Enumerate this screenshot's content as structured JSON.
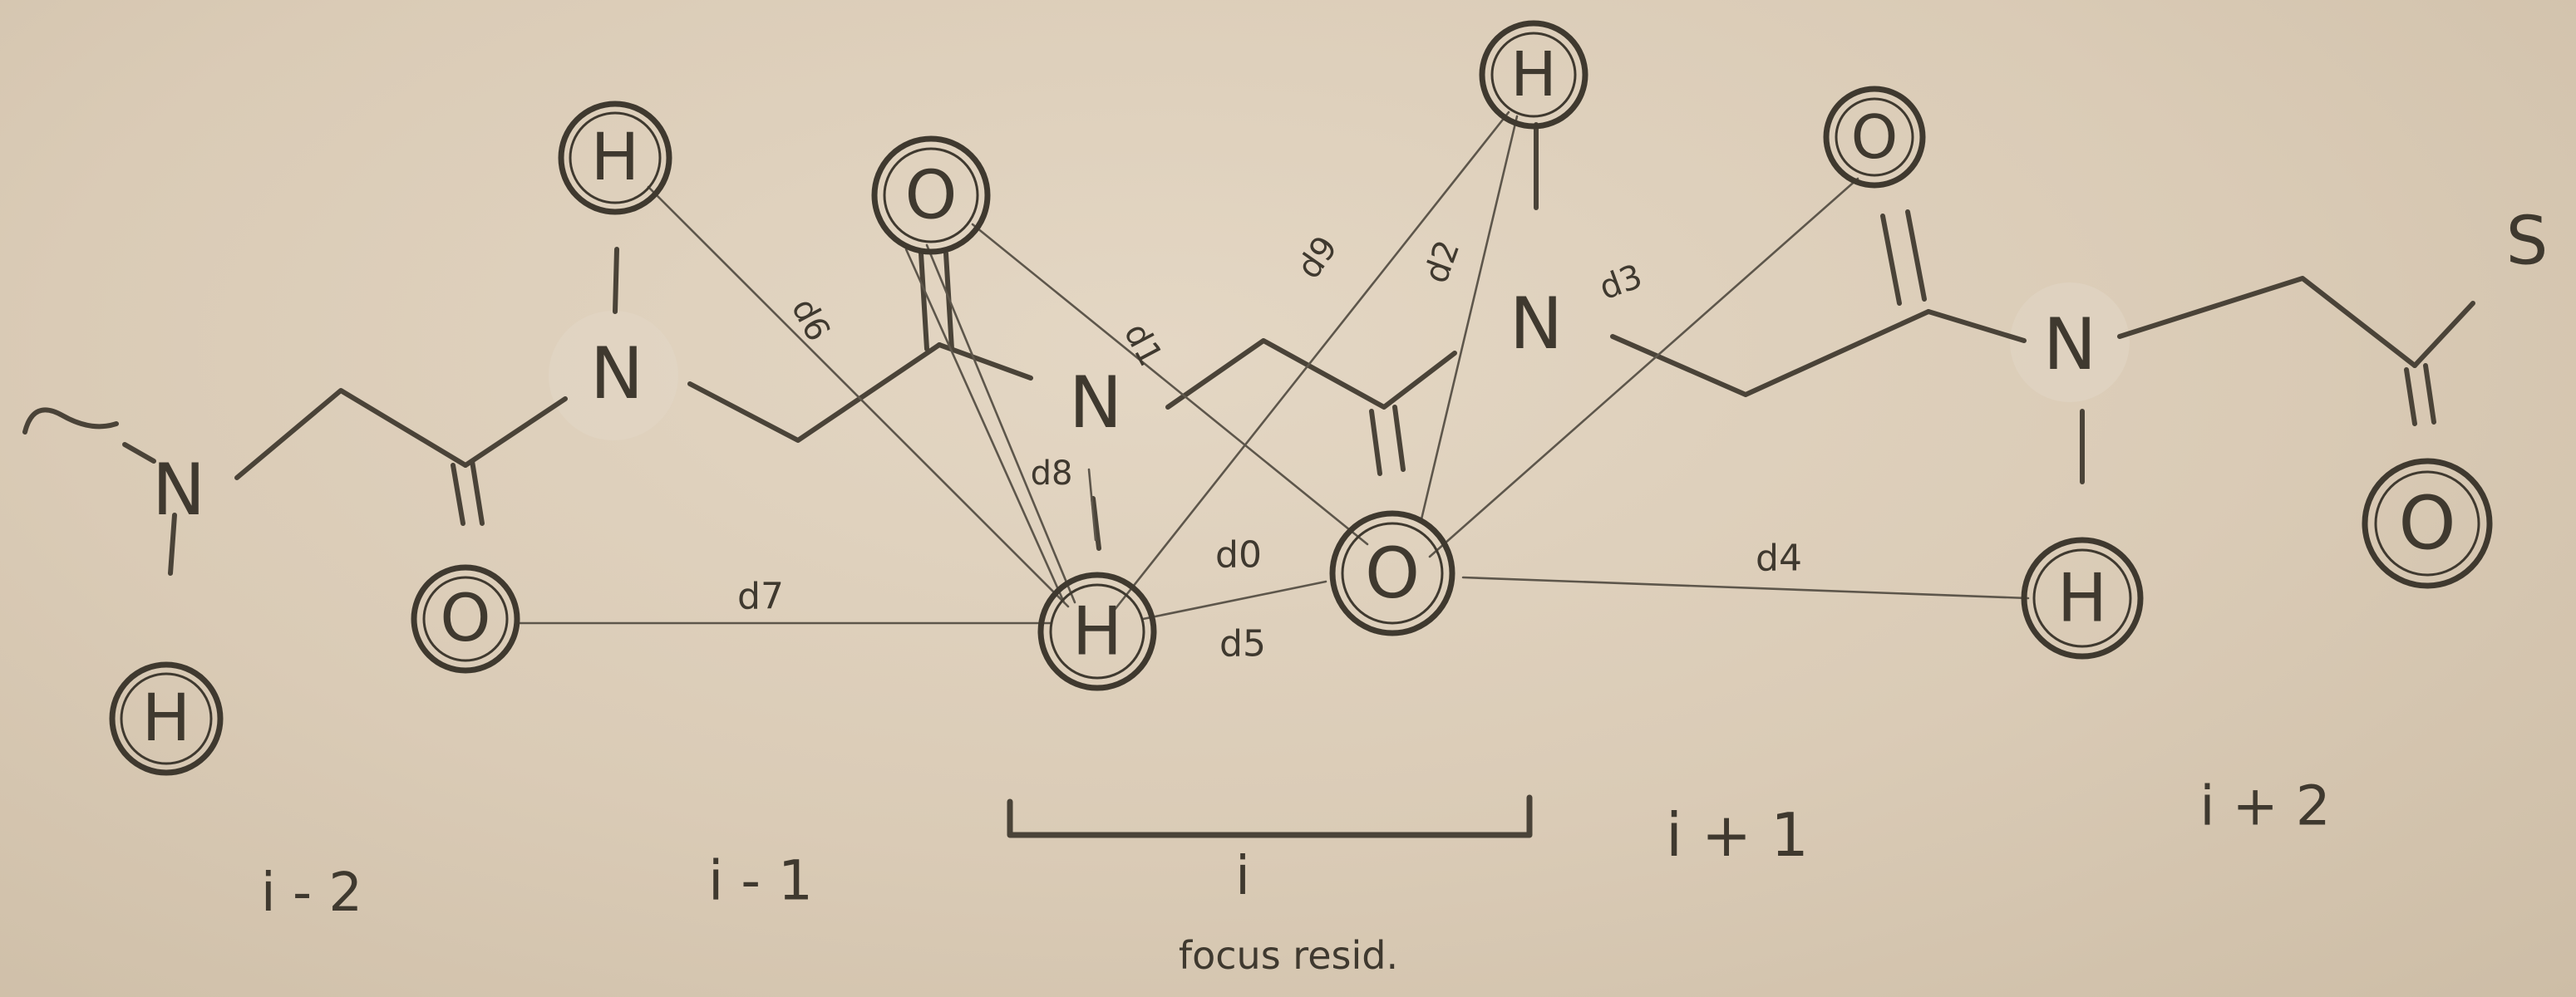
{
  "atoms": {
    "n_left": "N",
    "h_left_bottom": "H",
    "n2": "N",
    "h2_top": "H",
    "o_left_bottom": "O",
    "o_top_mid": "O",
    "n_focus": "N",
    "h_focus": "H",
    "o_focus": "O",
    "h_top_right": "H",
    "n_right_top": "N",
    "o_top_right": "O",
    "n_right": "N",
    "h_right_bottom": "H",
    "o_far_right": "O",
    "s_end": "S"
  },
  "distances": {
    "d0": "d0",
    "d1": "d1",
    "d2": "d2",
    "d3": "d3",
    "d4": "d4",
    "d5": "d5",
    "d6": "d6",
    "d7": "d7",
    "d8": "d8",
    "d9": "d9"
  },
  "residues": {
    "i_minus_2": "i - 2",
    "i_minus_1": "i - 1",
    "i": "i",
    "i_plus_1": "i + 1",
    "i_plus_2": "i + 2"
  },
  "focus_caption": "focus resid.",
  "colors": {
    "paper": "#dacbb6",
    "ink": "#3f392f"
  }
}
